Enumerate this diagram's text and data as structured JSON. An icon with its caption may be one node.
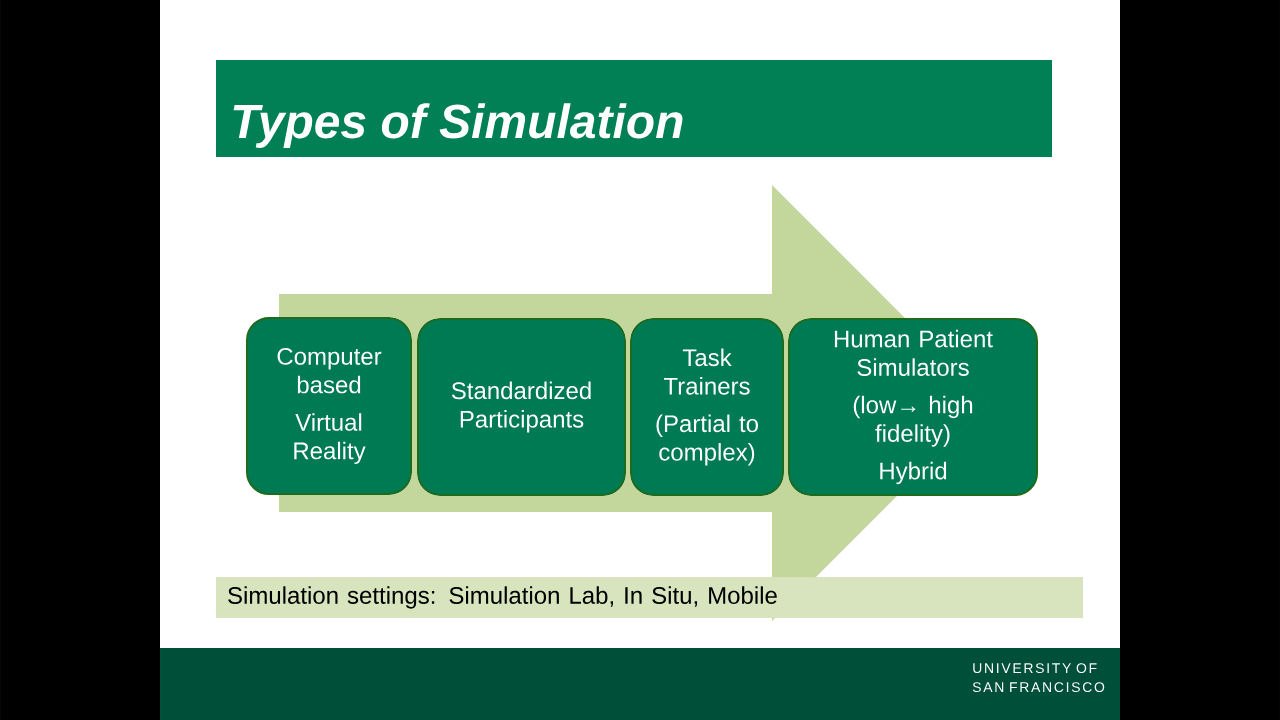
{
  "diagram": {
    "title": "Types of Simulation",
    "nodes": [
      {
        "text": [],
        "shape": "arrow"
      },
      {
        "text": [
          "Computer based",
          "Virtual Reality"
        ]
      },
      {
        "text": [
          "Standardized Participants"
        ],
        "in": 0
      },
      {
        "text": [
          "Task Trainers",
          "(Partial to complex)"
        ],
        "in": 0
      },
      {
        "text": [
          "Human Patient Simulators",
          "(low→ high fidelity)",
          "Hybrid"
        ]
      },
      {
        "text": [
          "Simulation settings: Simulation Lab, In Situ, Mobile"
        ]
      }
    ],
    "labels": [
      "UNIVERSITY OF SAN FRANCISCO"
    ]
  }
}
